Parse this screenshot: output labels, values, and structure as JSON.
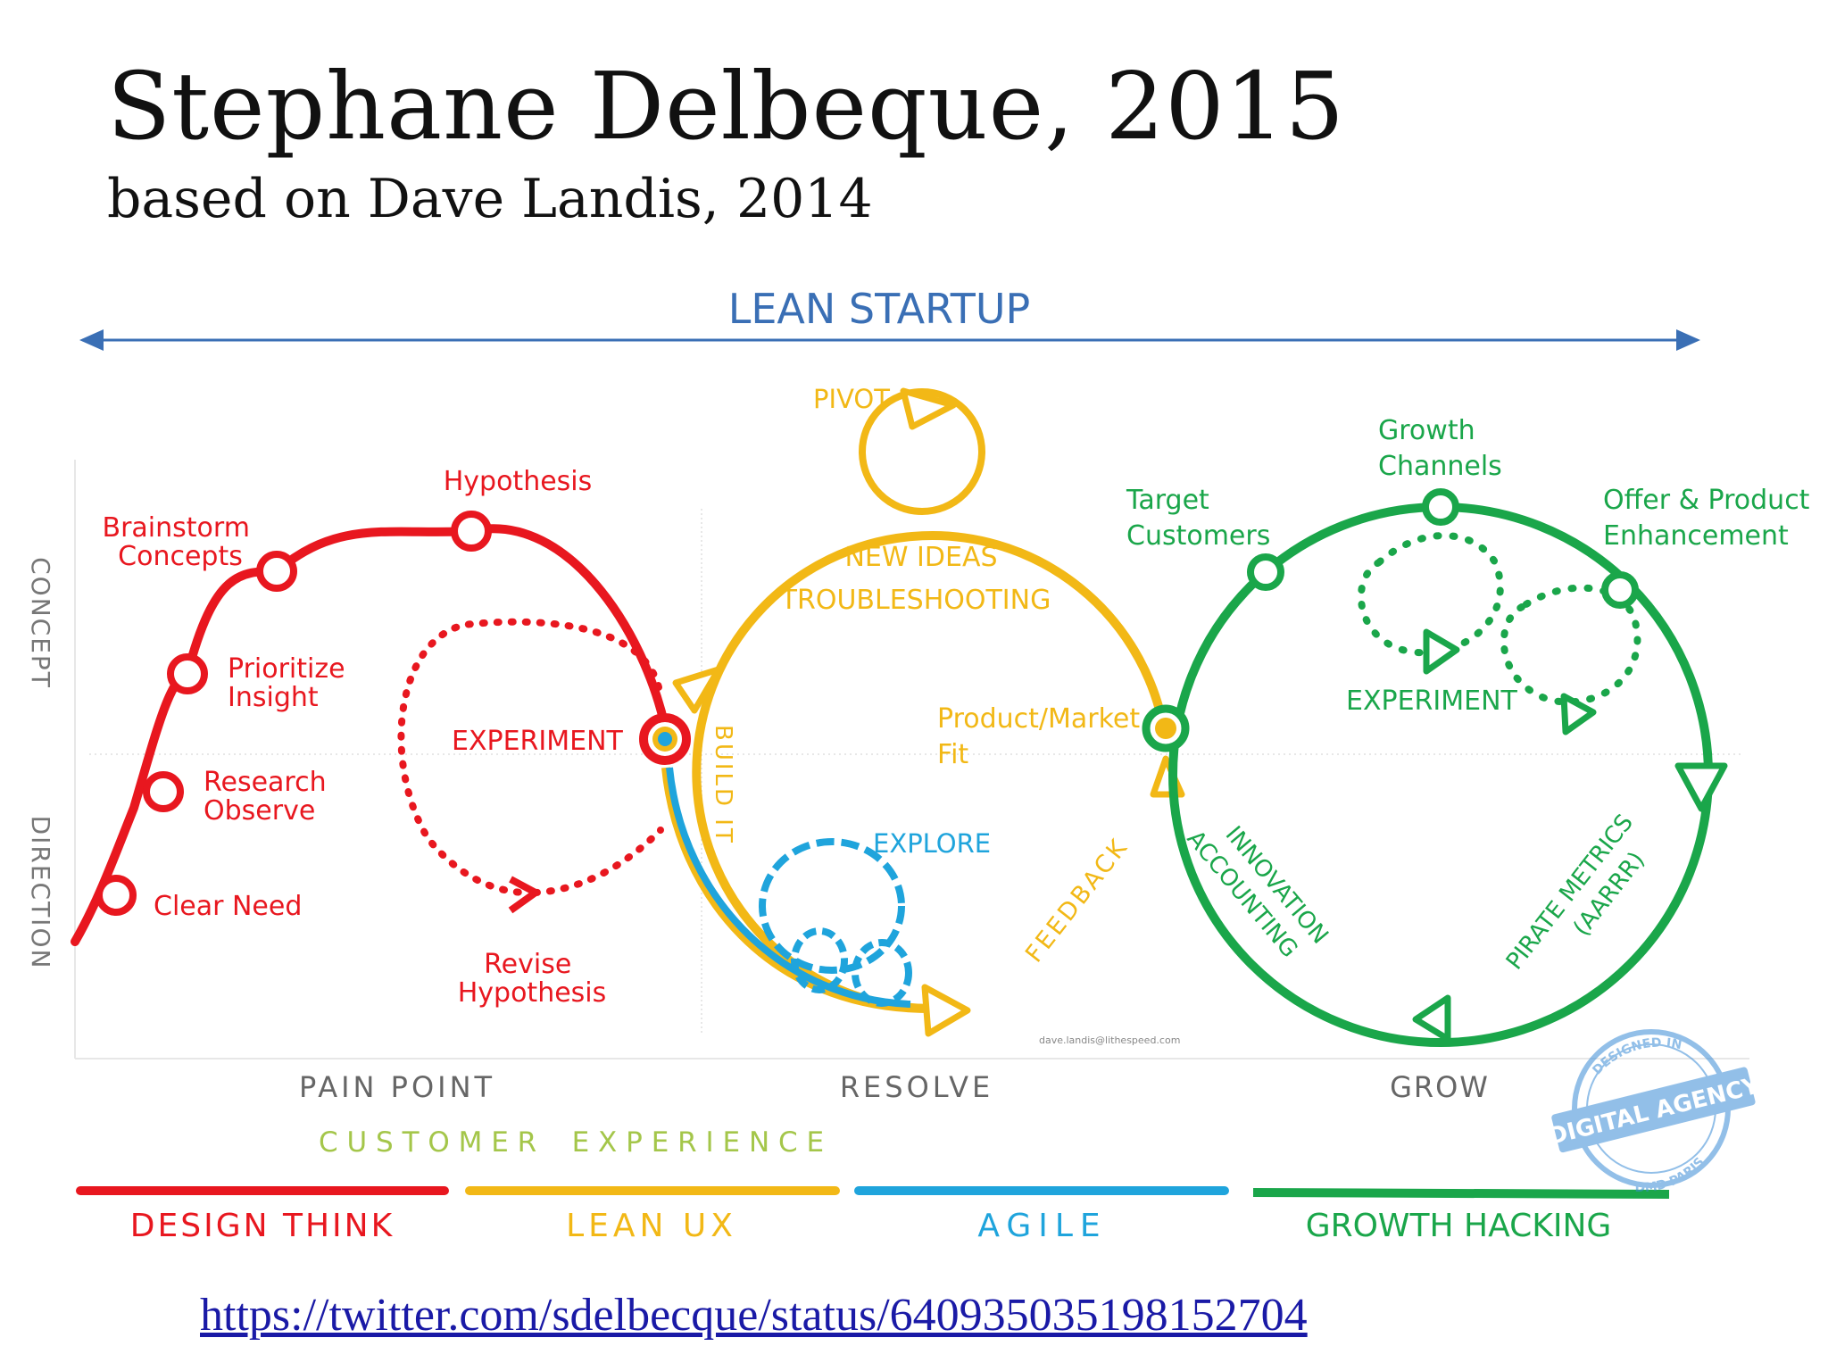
{
  "slide": {
    "title": "Stephane Delbeque,  2015",
    "subtitle": "based on Dave Landis, 2014",
    "link": "https://twitter.com/sdelbecque/status/640935035198152704"
  },
  "colors": {
    "red": "#e8171f",
    "yellow": "#f2b816",
    "blue": "#1fa4dc",
    "green": "#1aa64a",
    "navy": "#3a6fb5",
    "gray": "#777777"
  },
  "diagram": {
    "top_label": "LEAN STARTUP",
    "axis": {
      "concept": "CONCEPT",
      "direction": "DIRECTION"
    },
    "design": {
      "brainstorm": [
        "Brainstorm",
        "Concepts"
      ],
      "hypothesis": "Hypothesis",
      "prioritize": [
        "Prioritize",
        "Insight"
      ],
      "research": [
        "Research",
        "Observe"
      ],
      "clear_need": "Clear Need",
      "experiment": "EXPERIMENT",
      "revise": [
        "Revise",
        "Hypothesis"
      ]
    },
    "lean": {
      "pivot": "PIVOT",
      "new_ideas": "NEW IDEAS",
      "troubleshooting": "TROUBLESHOOTING",
      "build_it": "BUILD IT",
      "explore": "EXPLORE",
      "feedback": "FEEDBACK",
      "product_market": [
        "Product/Market",
        "Fit"
      ]
    },
    "growth": {
      "growth_channels": [
        "Growth",
        "Channels"
      ],
      "target_customers": [
        "Target",
        "Customers"
      ],
      "offer": [
        "Offer & Product",
        "Enhancement"
      ],
      "experiment": "EXPERIMENT",
      "innovation": [
        "INNOVATION",
        "ACCOUNTING"
      ],
      "pirate": [
        "PIRATE METRICS",
        "(AARRR)"
      ]
    },
    "credit": "dave.landis@lithespeed.com",
    "phases": [
      "PAIN POINT",
      "RESOLVE",
      "GROW"
    ],
    "customer_experience": "C U S T O M E R    E X P E R I E N C E",
    "bars": [
      "DESIGN THINK",
      "LEAN UX",
      "AGILE",
      "GROWTH HACKING"
    ],
    "stamp": {
      "top": "DESIGNED IN",
      "main": "DIGITAL AGENCY",
      "bottom": "DMD PARIS"
    }
  }
}
